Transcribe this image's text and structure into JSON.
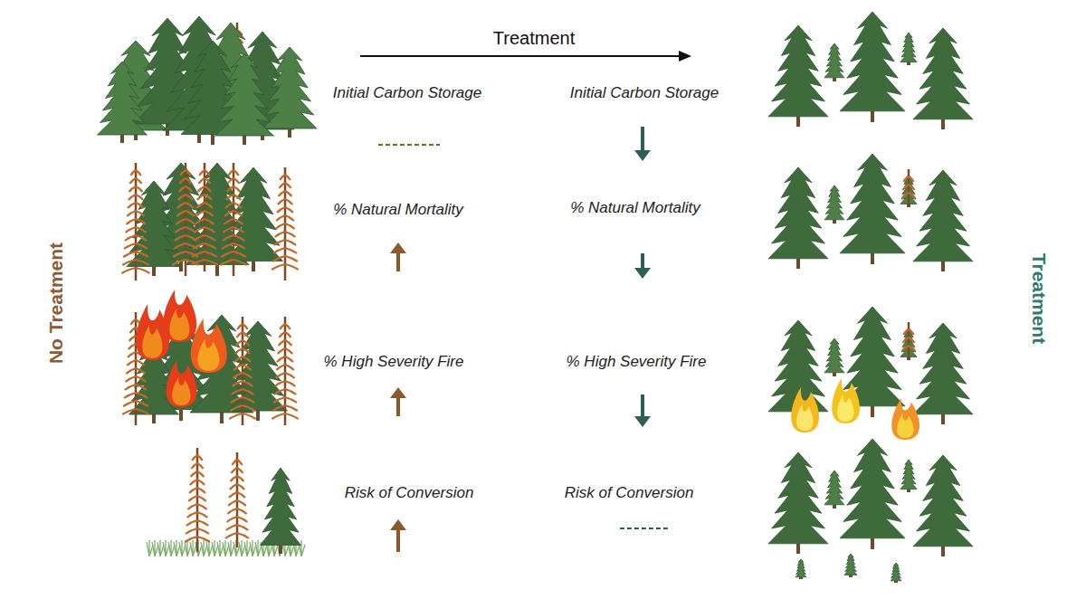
{
  "diagram": {
    "labels": [
      "Treatment",
      "Initial Carbon Storage",
      "Initial Carbon Storage",
      "% Natural Mortality",
      "% Natural Mortality",
      "% High Severity Fire",
      "% High Severity Fire",
      "Risk of Conversion",
      "Risk of Conversion",
      "No Treatment",
      "Treatment"
    ]
  }
}
